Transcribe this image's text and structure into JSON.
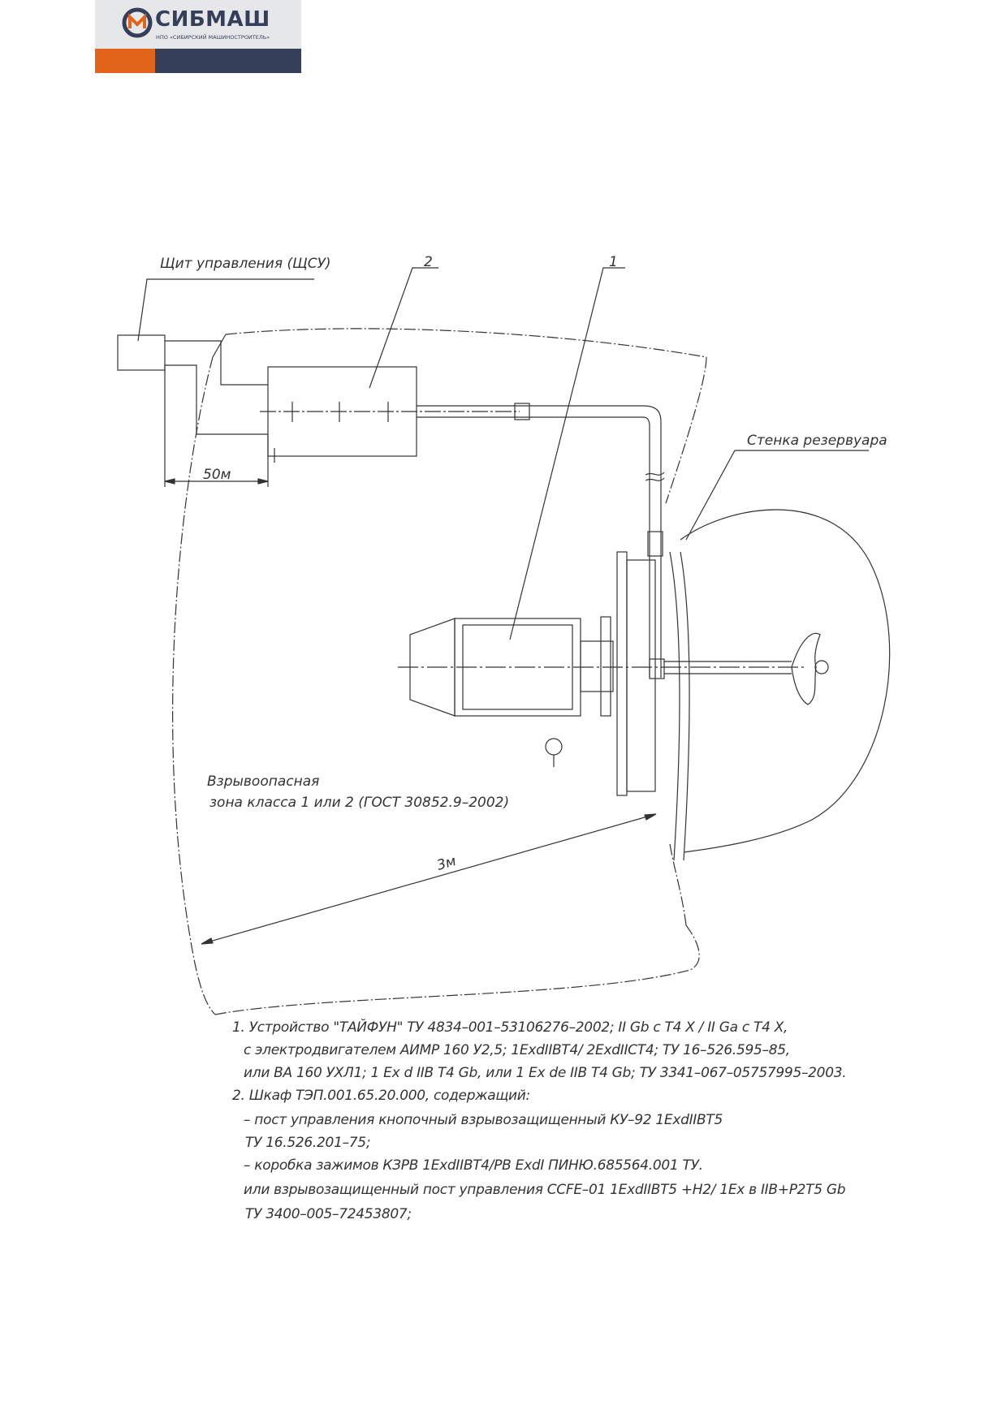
{
  "logo": {
    "brand": "СИБМАШ",
    "subtitle": "НПО «СИБИРСКИЙ МАШИНОСТРОИТЕЛЬ»",
    "colors": {
      "gray": "#e6e7e9",
      "orange": "#e2631a",
      "navy": "#363f59"
    }
  },
  "drawing": {
    "labels": {
      "control_panel": "Щит управления (ЩСУ)",
      "callout_2": "2",
      "callout_1": "1",
      "tank_wall": "Стенка резервуара",
      "dim_50m": "50м",
      "dim_3m": "3м",
      "zone_line1": "Взрывоопасная",
      "zone_line2": "зона класса 1 или 2 (ГОСТ 30852.9–2002)"
    }
  },
  "notes": [
    "1. Устройство \"ТАЙФУН\" ТУ 4834–001–53106276–2002; II Gb с Т4 Х / II Ga с Т4 Х,",
    "с электродвигателем АИМР 160 У2,5; 1ExdIIBT4/ 2ExdIICT4; ТУ 16–526.595–85,",
    "или ВА 160 УХЛ1; 1 Ex d IIB T4 Gb, или 1 Ex de IIB T4 Gb; ТУ 3341–067–05757995–2003.",
    "2. Шкаф ТЭП.001.65.20.000, содержащий:",
    "– пост управления кнопочный взрывозащищенный КУ–92 1ExdIIBT5",
    "ТУ 16.526.201–75;",
    "– коробка зажимов КЗРВ  1ExdIIBT4/РВ  ExdI  ПИНЮ.685564.001 ТУ.",
    "или взрывозащищенный пост управления CCFE–01 1ExdIIBT5 +H2/ 1Ex в IIB+P2T5 Gb",
    "ТУ 3400–005–72453807;"
  ]
}
